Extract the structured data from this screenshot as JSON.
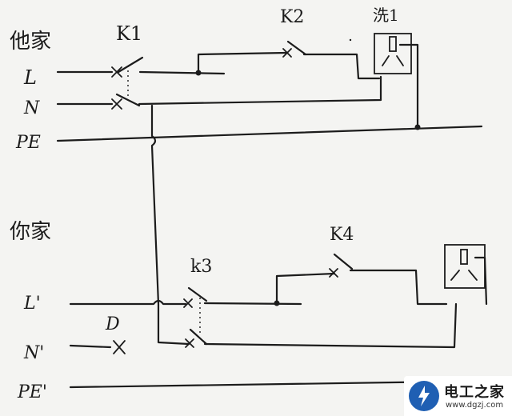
{
  "diagram": {
    "upper_house_label": "他家",
    "lower_house_label": "你家",
    "line_l": "L",
    "line_n": "N",
    "line_pe": "PE",
    "line_l2": "L'",
    "line_n2": "N'",
    "line_pe2": "PE'",
    "switch_k1": "K1",
    "switch_k2": "K2",
    "switch_k3": "k3",
    "switch_k4": "K4",
    "socket_upper_label": "洗1",
    "fault_mark": "D"
  },
  "watermark": {
    "name": "电工之家",
    "url": "www.dgzj.com"
  }
}
